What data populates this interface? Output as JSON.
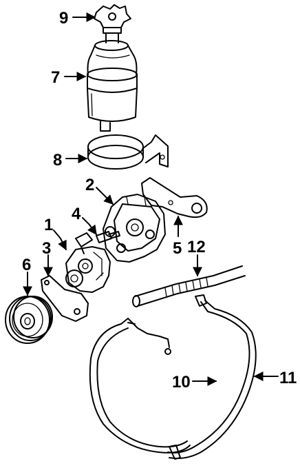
{
  "callouts": [
    {
      "id": "cap",
      "label": "9"
    },
    {
      "id": "reservoir",
      "label": "7"
    },
    {
      "id": "reservoir-bracket",
      "label": "8"
    },
    {
      "id": "pump-mount",
      "label": "2"
    },
    {
      "id": "mount-bolt",
      "label": "4"
    },
    {
      "id": "pump",
      "label": "1"
    },
    {
      "id": "pump-bracket",
      "label": "3"
    },
    {
      "id": "pulley",
      "label": "6"
    },
    {
      "id": "brace",
      "label": "5"
    },
    {
      "id": "return-hose",
      "label": "12"
    },
    {
      "id": "pressure-hose",
      "label": "10"
    },
    {
      "id": "hose-assembly",
      "label": "11"
    }
  ]
}
